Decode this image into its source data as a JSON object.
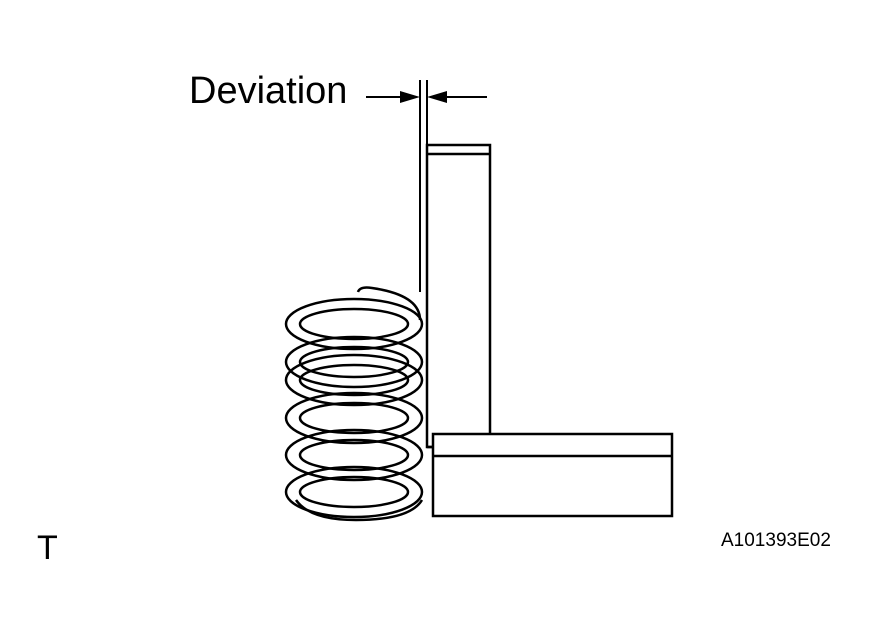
{
  "labels": {
    "deviation": "Deviation",
    "view_letter": "T",
    "figure_code": "A101393E02"
  },
  "colors": {
    "line": "#000000",
    "background": "#ffffff"
  }
}
